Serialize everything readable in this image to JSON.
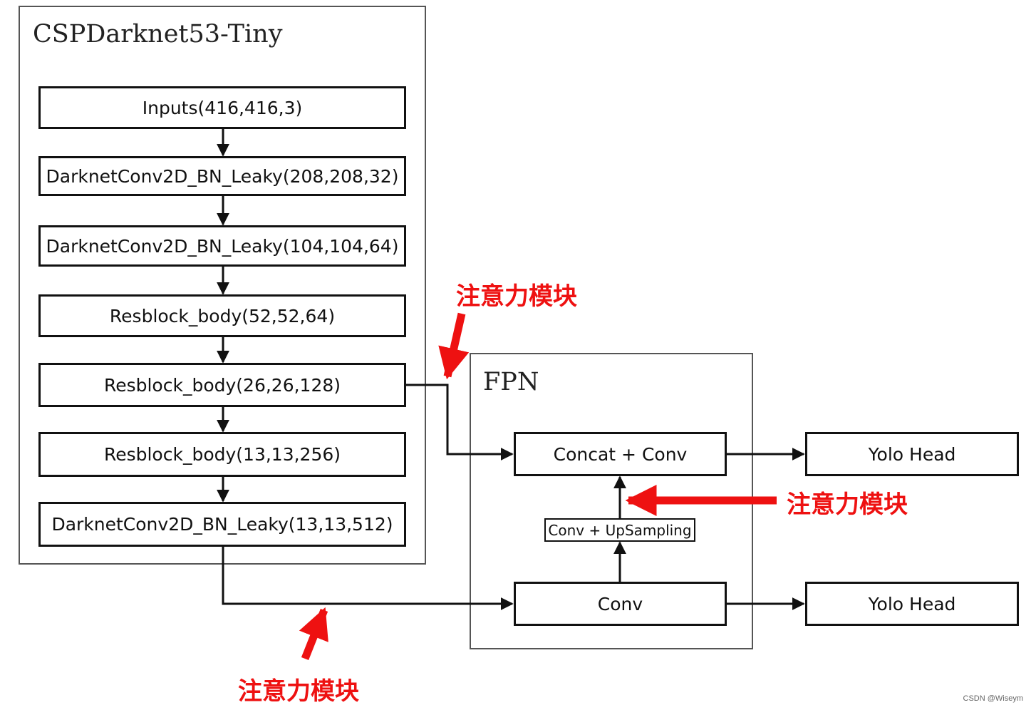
{
  "backbone": {
    "title": "CSPDarknet53-Tiny",
    "blocks": [
      "Inputs(416,416,3)",
      "DarknetConv2D_BN_Leaky(208,208,32)",
      "DarknetConv2D_BN_Leaky(104,104,64)",
      "Resblock_body(52,52,64)",
      "Resblock_body(26,26,128)",
      "Resblock_body(13,13,256)",
      "DarknetConv2D_BN_Leaky(13,13,512)"
    ]
  },
  "fpn": {
    "title": "FPN",
    "concat_conv": "Concat + Conv",
    "conv_upsampling": "Conv + UpSampling",
    "conv": "Conv"
  },
  "heads": [
    "Yolo Head",
    "Yolo Head"
  ],
  "annotations": {
    "top": "注意力模块",
    "right": "注意力模块",
    "bottom": "注意力模块"
  },
  "annotation_color": "#ee1111",
  "watermark": "CSDN @Wiseym"
}
